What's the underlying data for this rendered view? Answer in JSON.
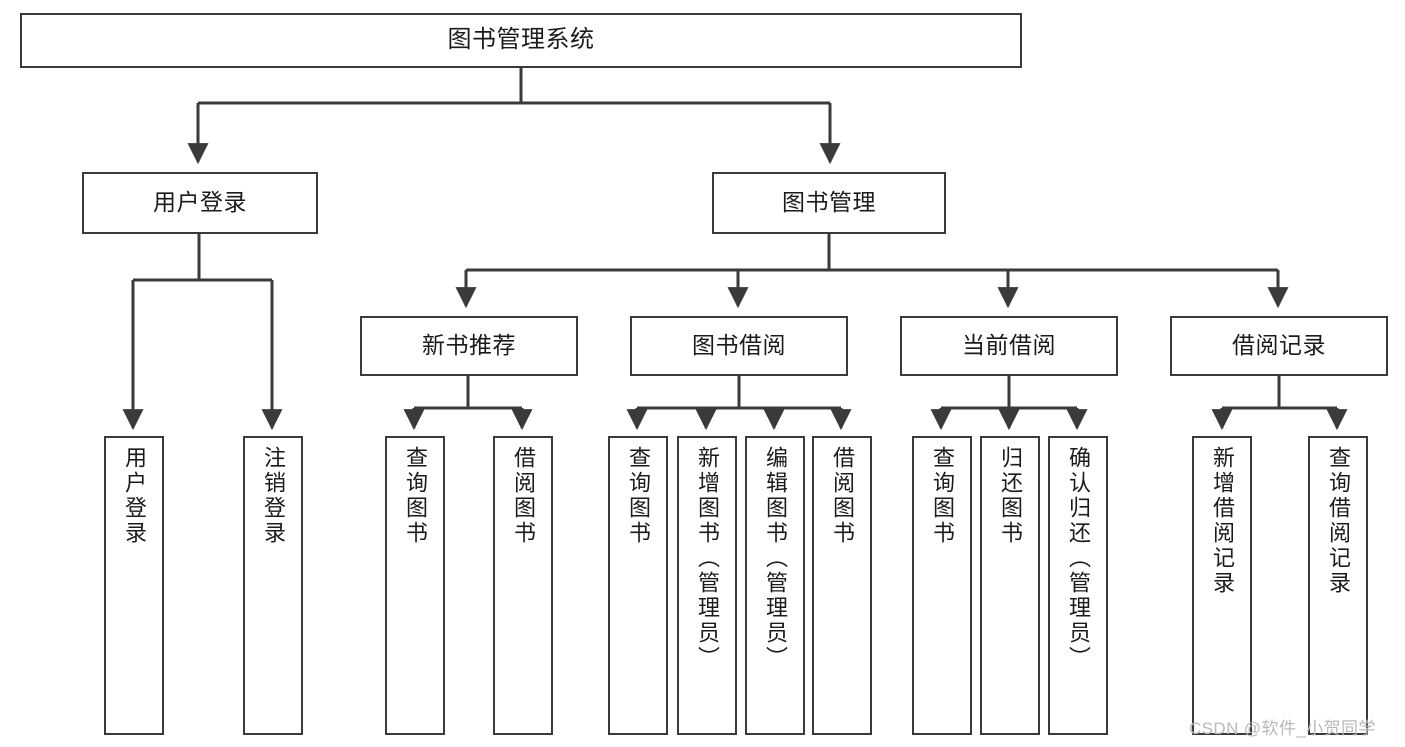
{
  "diagram": {
    "title": "图书管理系统",
    "type": "hierarchy-tree",
    "orientation": "top-down",
    "colors": {
      "box_border": "#3a3a3a",
      "box_fill": "#ffffff",
      "edge": "#3a3a3a",
      "text": "#1b1b1b",
      "watermark": "#b9b9b9",
      "background": "#ffffff"
    }
  },
  "watermark": {
    "text": "CSDN @软件_小贺同学"
  },
  "nodes": {
    "root": {
      "label": "图书管理系统"
    },
    "level1": [
      {
        "id": "user-login",
        "label": "用户登录"
      },
      {
        "id": "book-manage",
        "label": "图书管理"
      }
    ],
    "level2": [
      {
        "id": "new-book-recommend",
        "label": "新书推荐"
      },
      {
        "id": "book-borrow",
        "label": "图书借阅"
      },
      {
        "id": "current-borrow",
        "label": "当前借阅"
      },
      {
        "id": "borrow-record",
        "label": "借阅记录"
      }
    ],
    "leaves": {
      "user-login": [
        {
          "id": "leaf-user-login",
          "label": "用户登录"
        },
        {
          "id": "leaf-logout",
          "label": "注销登录"
        }
      ],
      "new-book-recommend": [
        {
          "id": "leaf-query-book-1",
          "label": "查询图书"
        },
        {
          "id": "leaf-borrow-book-1",
          "label": "借阅图书"
        }
      ],
      "book-borrow": [
        {
          "id": "leaf-query-book-2",
          "label": "查询图书"
        },
        {
          "id": "leaf-add-book",
          "label": "新增图书（管理员）"
        },
        {
          "id": "leaf-edit-book",
          "label": "编辑图书（管理员）"
        },
        {
          "id": "leaf-borrow-book-2",
          "label": "借阅图书"
        }
      ],
      "current-borrow": [
        {
          "id": "leaf-query-book-3",
          "label": "查询图书"
        },
        {
          "id": "leaf-return-book",
          "label": "归还图书"
        },
        {
          "id": "leaf-confirm-return",
          "label": "确认归还（管理员）"
        }
      ],
      "borrow-record": [
        {
          "id": "leaf-add-record",
          "label": "新增借阅记录"
        },
        {
          "id": "leaf-query-record",
          "label": "查询借阅记录"
        }
      ]
    }
  }
}
